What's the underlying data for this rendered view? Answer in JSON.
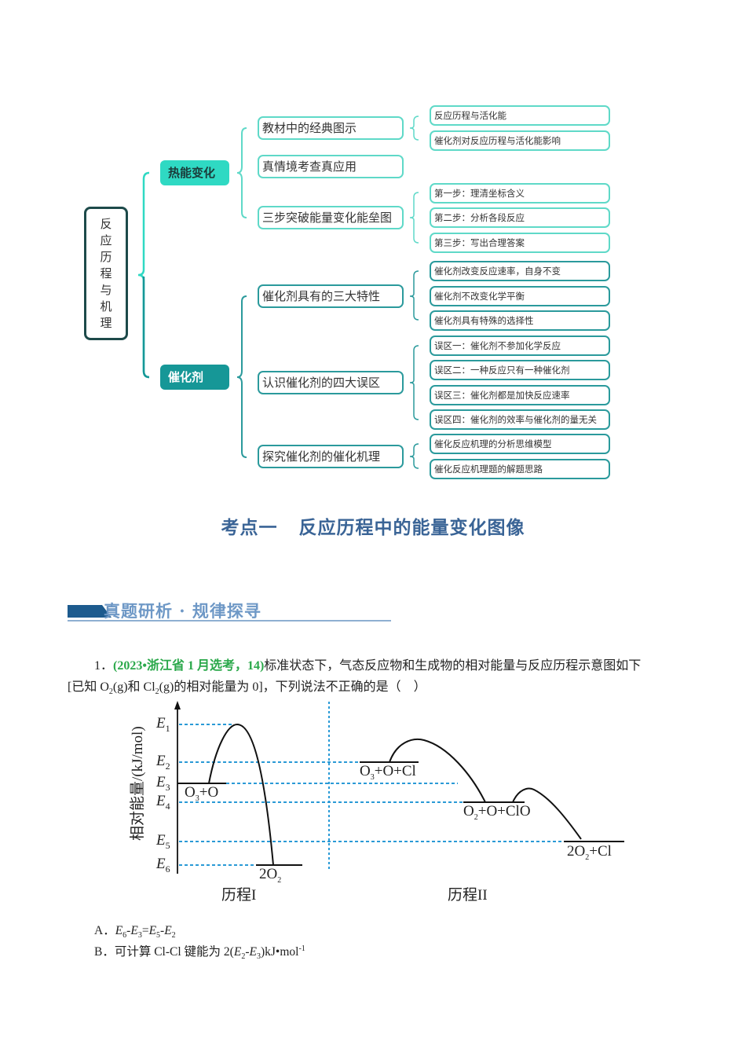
{
  "mindmap": {
    "root": [
      "反",
      "应",
      "历",
      "程",
      "与",
      "机",
      "理"
    ],
    "branches": [
      {
        "label": "热能变化",
        "children": [
          {
            "label": "教材中的经典图示",
            "items": [
              "反应历程与活化能",
              "催化剂对反应历程与活化能影响"
            ]
          },
          {
            "label": "真情境考查真应用",
            "items": []
          },
          {
            "label": "三步突破能量变化能垒图",
            "items": [
              "第一步：理清坐标含义",
              "第二步：分析各段反应",
              "第三步：写出合理答案"
            ]
          }
        ]
      },
      {
        "label": "催化剂",
        "children": [
          {
            "label": "催化剂具有的三大特性",
            "items": [
              "催化剂改变反应速率，自身不变",
              "催化剂不改变化学平衡",
              "催化剂具有特殊的选择性"
            ]
          },
          {
            "label": "认识催化剂的四大误区",
            "items": [
              "误区一：催化剂不参加化学反应",
              "误区二：一种反应只有一种催化剂",
              "误区三：催化剂都是加快反应速率",
              "误区四：催化剂的效率与催化剂的量无关"
            ]
          },
          {
            "label": "探究催化剂的催化机理",
            "items": [
              "催化反应机理的分析思维模型",
              "催化反应机理题的解题思路"
            ]
          }
        ]
      }
    ],
    "colors": {
      "heat_fill": "#2fd9c3",
      "cat_fill": "#169797",
      "heat_border": "#5fd9c8",
      "cat_border": "#2b9a9c",
      "root_border": "#1d4a4a"
    }
  },
  "section_title": "考点一   反应历程中的能量变化图像",
  "sub_heading": "真题研析 · 规律探寻",
  "question": {
    "number": "1．",
    "source": "(2023•浙江省 1 月选考，14)",
    "text_line1": "标准状态下，气态反应物和生成物的相对能量与反应历程示意图如下",
    "line2_a": "[已知 O",
    "line2_b": "(g)和 Cl",
    "line2_c": "(g)的相对能量为 0]，下列说法不正确的是（　）",
    "sub2": "2"
  },
  "chart_data": {
    "type": "diagram",
    "title": "",
    "ylabel": "相对能量/(kJ/mol)",
    "y_levels": [
      "E1",
      "E2",
      "E3",
      "E4",
      "E5",
      "E6"
    ],
    "panels": [
      {
        "xlabel": "历程I",
        "states": [
          {
            "label": "O3+O",
            "level": "E3"
          },
          {
            "label": "2O2",
            "level": "E6"
          }
        ],
        "transition_state": "E1"
      },
      {
        "xlabel": "历程II",
        "states": [
          {
            "label": "O3+O+Cl",
            "level": "E2"
          },
          {
            "label": "O2+O+ClO",
            "level": "E4"
          },
          {
            "label": "2O2+Cl",
            "level": "E5"
          }
        ]
      }
    ],
    "labels": {
      "E": [
        "E",
        "E",
        "E",
        "E",
        "E",
        "E"
      ],
      "E_sub": [
        "1",
        "2",
        "3",
        "4",
        "5",
        "6"
      ],
      "s1a": "O",
      "s1a_sub": "3",
      "s1a_rest": "+O",
      "s1b": "2O",
      "s1b_sub": "2",
      "s2a": "O",
      "s2a_sub": "3",
      "s2a_rest": "+O+Cl",
      "s2b": "O",
      "s2b_sub": "2",
      "s2b_rest": "+O+ClO",
      "s2c": "2O",
      "s2c_sub": "2",
      "s2c_rest": "+Cl",
      "x1": "历程I",
      "x2": "历程II"
    }
  },
  "options": {
    "A": {
      "prefix": "A．",
      "expr": [
        "E",
        "6",
        "-",
        "E",
        "3",
        "=",
        "E",
        "5",
        "-",
        "E",
        "2"
      ]
    },
    "B": {
      "prefix": "B．",
      "text": "可计算 Cl-Cl 键能为 2(",
      "e1": "E",
      "e1s": "2",
      "dash": "-",
      "e2": "E",
      "e2s": "3",
      "tail": ")kJ•mol",
      "sup": "-1"
    }
  }
}
